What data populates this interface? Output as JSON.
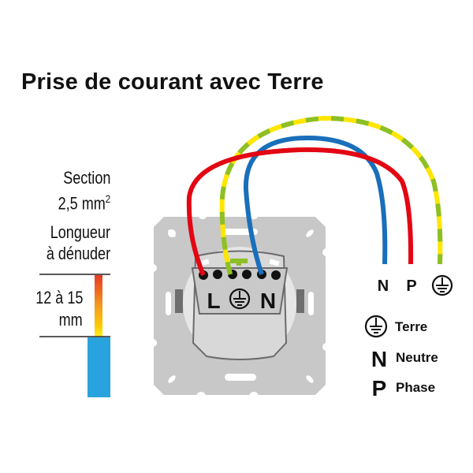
{
  "title": "Prise de courant avec Terre",
  "strip_info": {
    "section_label": "Section",
    "section_value": "2,5 mm",
    "section_superscript": "2",
    "strip_label_line1": "Longueur",
    "strip_label_line2": "à dénuder",
    "strip_length_line1": "12 à 15",
    "strip_length_line2": "mm"
  },
  "socket_terminals": {
    "left": "L",
    "center": "earth-symbol",
    "right": "N"
  },
  "wire_ends": [
    {
      "label": "N",
      "color": "#1a6fba"
    },
    {
      "label": "P",
      "color": "#e30613"
    },
    {
      "label": "earth-symbol",
      "color": "#8dbf26"
    }
  ],
  "legend": [
    {
      "symbol": "earth-symbol",
      "label": "Terre"
    },
    {
      "symbol": "N",
      "label": "Neutre"
    },
    {
      "symbol": "P",
      "label": "Phase"
    }
  ],
  "colors": {
    "phase": "#e30613",
    "neutral": "#1a6fba",
    "earth_yellow": "#ffe600",
    "earth_green": "#8dbf26",
    "plate": "#c8c8c8",
    "strip_blue": "#29a3dd"
  }
}
